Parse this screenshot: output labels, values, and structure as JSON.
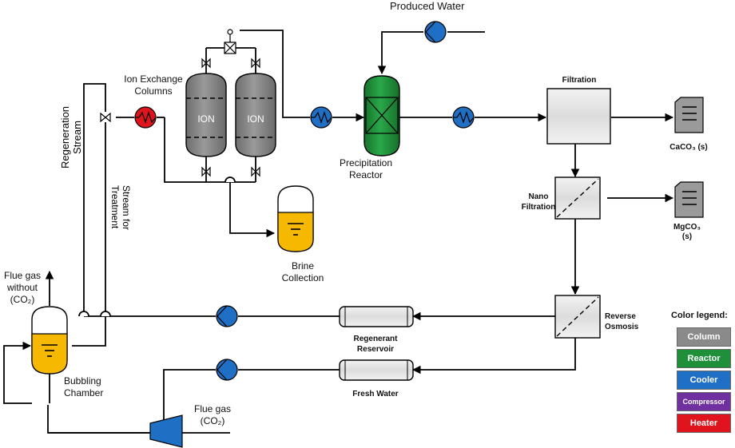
{
  "labels": {
    "produced_water": "Produced Water",
    "ion_exchange": "Ion Exchange\nColumns",
    "ion": "ION",
    "precipitation_reactor": "Precipitation\nReactor",
    "filtration": "Filtration",
    "caco3": "CaCO₃ (s)",
    "nano_filtration": "Nano\nFiltration",
    "mgco3": "MgCO₃\n(s)",
    "brine_collection": "Brine\nCollection",
    "regeneration_stream": "Regeneration\nStream",
    "stream_for_treatment": "Stream for\nTreatment",
    "flue_gas_without": "Flue gas\nwithout\n(CO₂)",
    "bubbling_chamber": "Bubbling\nChamber",
    "flue_gas": "Flue gas\n(CO₂)",
    "regenerant_reservoir": "Regenerant\nReservoir",
    "fresh_water": "Fresh Water",
    "reverse_osmosis": "Reverse\nOsmosis"
  },
  "legend": {
    "title": "Color legend:",
    "items": [
      {
        "label": "Column",
        "color": "#8a8a8a"
      },
      {
        "label": "Reactor",
        "color": "#1f8f3a"
      },
      {
        "label": "Cooler",
        "color": "#1f6fc4"
      },
      {
        "label": "Compressor",
        "color": "#7030a0"
      },
      {
        "label": "Heater",
        "color": "#e0141c"
      }
    ]
  }
}
